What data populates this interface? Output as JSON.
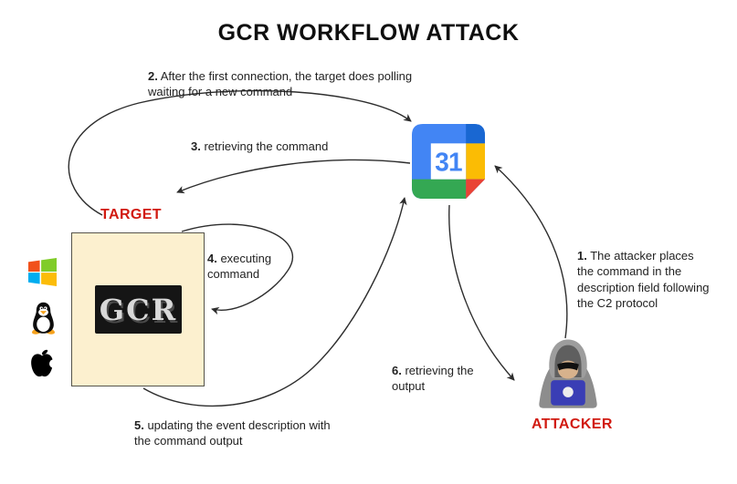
{
  "title": "GCR WORKFLOW ATTACK",
  "calendar": {
    "day": "31"
  },
  "target": {
    "label": "TARGET",
    "logo_text": "GCR"
  },
  "attacker": {
    "label": "ATTACKER"
  },
  "steps": {
    "s1": {
      "num": "1.",
      "text": " The attacker places the command in the description field following the C2 protocol"
    },
    "s2": {
      "num": "2.",
      "text": " After the first connection, the target does polling waiting for a new command"
    },
    "s3": {
      "num": "3.",
      "text": " retrieving the command"
    },
    "s4": {
      "num": "4.",
      "text": " executing command"
    },
    "s5": {
      "num": "5.",
      "text": " updating the event description with the command output"
    },
    "s6": {
      "num": "6.",
      "text": " retrieving the output"
    }
  },
  "colors": {
    "label_red": "#d11a10",
    "arrow": "#2d2d2d",
    "target_box_fill": "#fcf0cf",
    "target_box_border": "#55544a",
    "gcr_logo_bg": "#151515",
    "calendar_blue": "#4285f4",
    "calendar_dark_blue": "#1967d2",
    "calendar_yellow": "#fbbc04",
    "calendar_green": "#34a853",
    "calendar_red": "#ea4335",
    "laptop_blue": "#3a3eb5",
    "hood_gray": "#9d9d9d"
  }
}
